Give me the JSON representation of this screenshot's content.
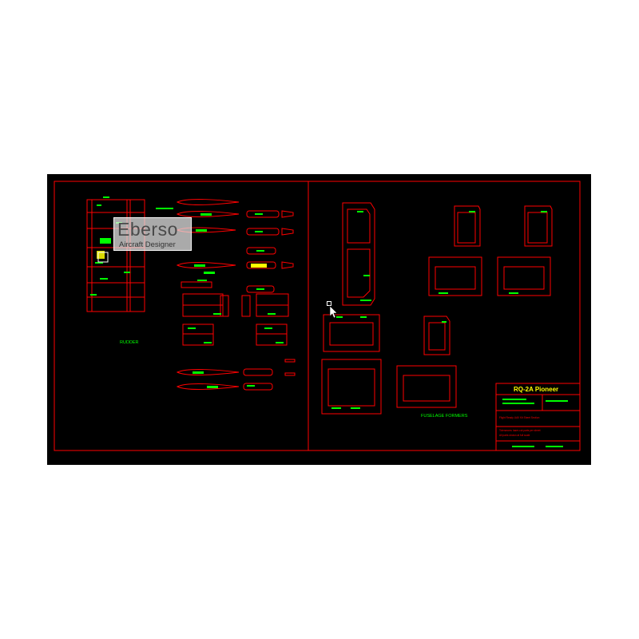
{
  "watermark": {
    "name": "Eberso",
    "subtitle": "Aircraft Designer"
  },
  "drawing": {
    "rudder_label": "RUDDER",
    "formers_label": "FUSELAGE FORMERS"
  },
  "title_block": {
    "title": "RQ-2A Pioneer",
    "spec_lines": [
      "Flight Ready UAV Kit Sheet Section",
      "Tolerances: laser-cut parts per sheet",
      "All parts shown at full scale"
    ]
  },
  "colors": {
    "background": "#000000",
    "lines": "#ff0000",
    "dimensions": "#00ff00",
    "title": "#ffff00"
  }
}
